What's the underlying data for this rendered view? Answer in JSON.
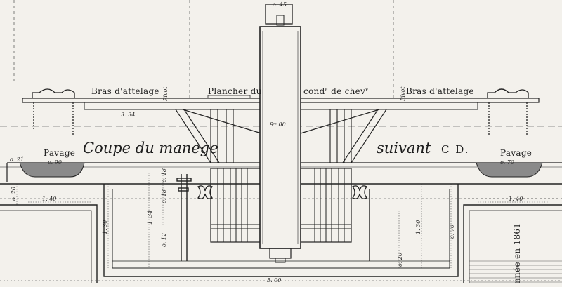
{
  "labels": {
    "bras_left": "Bras d'attelage",
    "pivot_left": "Pivot",
    "plancher": "Plancher du",
    "conducteur": "condʳ de chevʳ",
    "pivot_right": "Pivot",
    "bras_right": "Bras d'attelage",
    "pavage_left": "Pavage",
    "pavage_right": "Pavage",
    "section_title": "Coupe du manege",
    "section_suffix": "suivant",
    "section_letters": "C D.",
    "margin_note": "nnée en 1861"
  },
  "dimensions": {
    "top_block": "o. 45",
    "arm_left": "3. 34",
    "pole_height": "9ᵐ 00",
    "pavage_left_width": "o. 90",
    "pavage_right_width": "o. 70",
    "left_edge": "o. 21",
    "left_depth": "o. 20",
    "left_offset": "1. 40",
    "right_offset": "1. 40",
    "pit_depth_left": "1. 30",
    "pit_depth_inner": "1. 34",
    "pit_depth_right": "1. 30",
    "base_width": "5. 00",
    "small_a": "o. 18",
    "small_b": "o. 18",
    "small_c": "o. 12",
    "small_d": "o. 20",
    "small_e": "o. 70"
  },
  "colors": {
    "paper": "#f3f1ec",
    "ink": "#222222"
  }
}
